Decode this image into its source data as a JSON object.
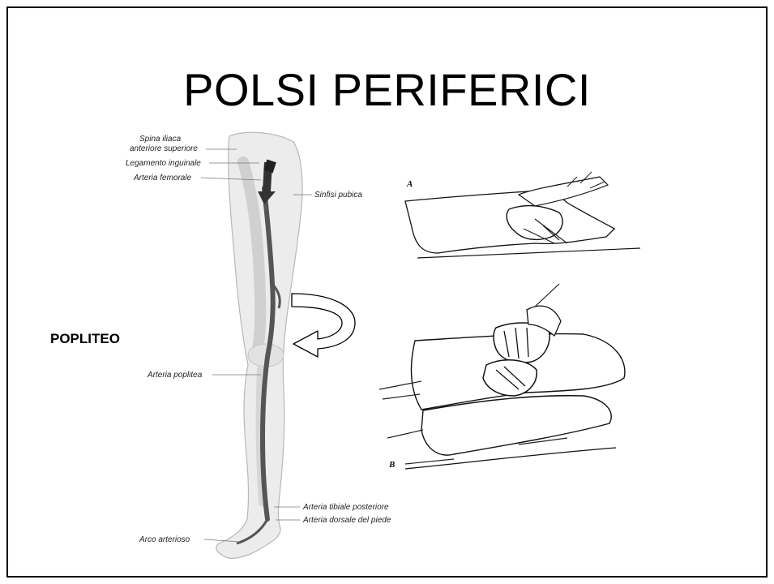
{
  "slide": {
    "title": "POLSI PERIFERICI",
    "side_label": "POPLITEO"
  },
  "anatomy": {
    "labels": [
      "Spina iliaca",
      "anteriore superiore",
      "Legamento inguinale",
      "Arteria femorale",
      "Sinfisi pubica",
      "Arteria poplitea",
      "Arteria tibiale posteriore",
      "Arteria dorsale del piede",
      "Arco arterioso"
    ]
  },
  "figures": {
    "top_letter": "A",
    "bottom_letter": "B"
  }
}
